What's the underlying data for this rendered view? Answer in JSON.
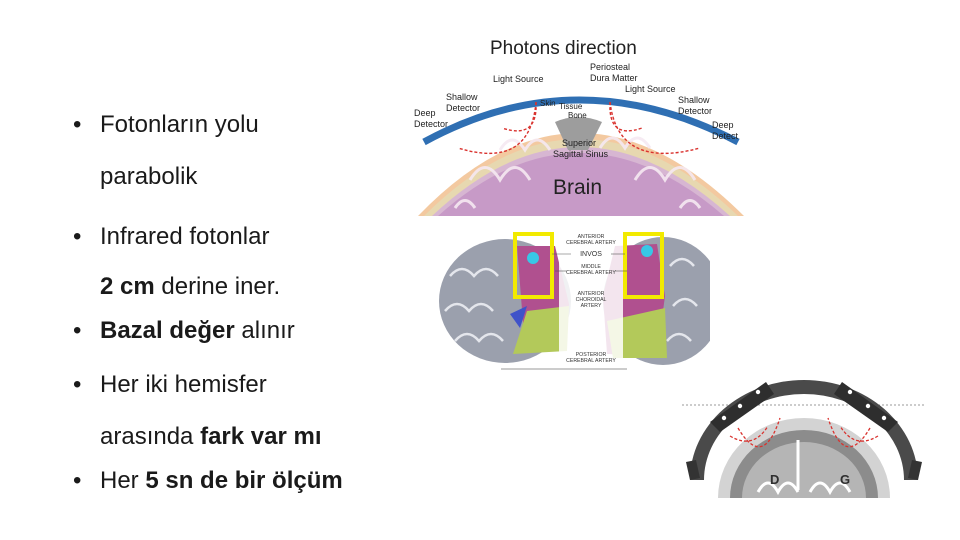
{
  "bullets": [
    {
      "bullet": "•",
      "parts": [
        {
          "t": "Fotonların yolu",
          "b": false
        }
      ]
    },
    {
      "bullet": "",
      "parts": [
        {
          "t": "parabolik",
          "b": false
        }
      ]
    },
    {
      "bullet": "•",
      "parts": [
        {
          "t": "Infrared fotonlar",
          "b": false
        }
      ]
    },
    {
      "bullet": "",
      "parts": [
        {
          "t": "2 cm",
          "b": true
        },
        {
          "t": " derine iner.",
          "b": false
        }
      ]
    },
    {
      "bullet": "•",
      "parts": [
        {
          "t": "Bazal değer",
          "b": true
        },
        {
          "t": " alınır",
          "b": false
        }
      ]
    },
    {
      "bullet": "•",
      "parts": [
        {
          "t": "Her iki hemisfer",
          "b": false
        }
      ]
    },
    {
      "bullet": "",
      "parts": [
        {
          "t": "arasında ",
          "b": false
        },
        {
          "t": "fark var mı",
          "b": true
        }
      ]
    },
    {
      "bullet": "•",
      "parts": [
        {
          "t": "Her ",
          "b": false
        },
        {
          "t": "5 sn de bir ölçüm",
          "b": true
        }
      ]
    }
  ],
  "fig1": {
    "title": "Photons direction",
    "periosteal": "Periosteal",
    "dura": "Dura Matter",
    "light_source_left": "Light Source",
    "light_source_right": "Light Source",
    "shallow_left": "Shallow",
    "detector": "Detector",
    "shallow_right": "Shallow",
    "deep_left": "Deep",
    "deep_right": "Deep",
    "detector_right_deep": "Detect",
    "skin": "Skin",
    "tissue": "Tissue",
    "bone": "Bone",
    "superior": "Superior",
    "sagittal": "Sagittal Sinus",
    "brain": "Brain"
  },
  "fig2": {
    "anterior": "ANTERIOR",
    "cerebral_artery": "CEREBRAL ARTERY",
    "invos": "INVOS",
    "middle": "MIDDLE",
    "cerebral_artery_2": "CEREBRAL ARTERY",
    "anterior_2": "ANTERIOR",
    "choroidal": "CHOROIDAL",
    "artery": "ARTERY",
    "posterior": "POSTERIOR",
    "cerebral_artery_3": "CEREBRAL ARTERY"
  },
  "fig3": {
    "left": "D",
    "right": "G"
  },
  "colors": {
    "skin": "#f3c9a0",
    "scalp_blue": "#2f6fb3",
    "bone": "#e7d8b0",
    "brain_purple": "#c79ac7",
    "anterior_zone": "#b0508f",
    "middle_zone": "#b3c95a",
    "highlight_box": "#f2ea00",
    "sensor_dot": "#38c7e6",
    "helmet_dark": "#3a3a3a",
    "path_red": "#d9322e"
  }
}
